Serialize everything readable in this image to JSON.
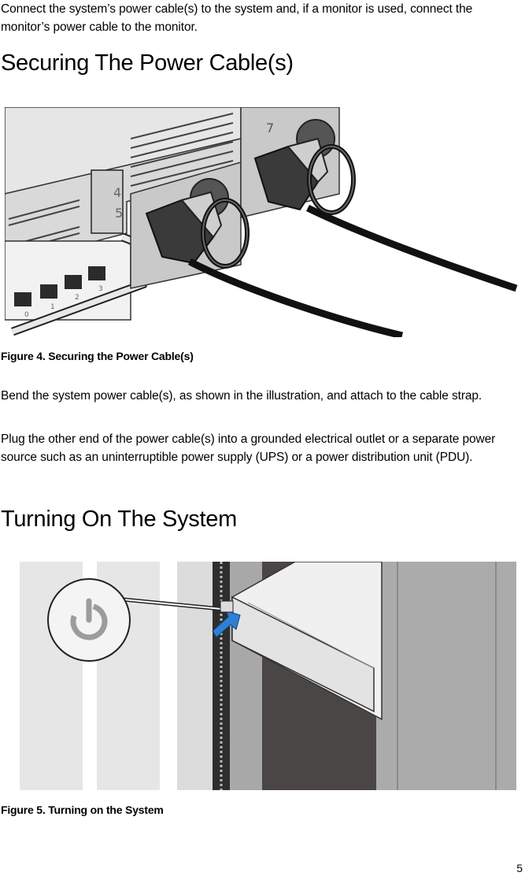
{
  "intro": "Connect the system’s power cable(s) to the system and, if a monitor is used, connect the monitor’s power cable to the monitor.",
  "section1": {
    "heading": "Securing The Power Cable(s)",
    "figure_caption": "Figure 4. Securing the Power Cable(s)",
    "para1": "Bend the system power cable(s), as shown in the illustration, and attach to the cable strap.",
    "para2": "Plug the other end of the power cable(s) into a grounded electrical outlet or a separate power source such as an uninterruptible power supply (UPS) or a power distribution unit (PDU)."
  },
  "section2": {
    "heading": "Turning On The System",
    "figure_caption": "Figure 5. Turning on the System"
  },
  "illustration_labels": {
    "slot_top": "7",
    "slot_mid": "4",
    "slot_low": "5",
    "ports": [
      "0",
      "1",
      "2",
      "3"
    ]
  },
  "page_number": "5"
}
